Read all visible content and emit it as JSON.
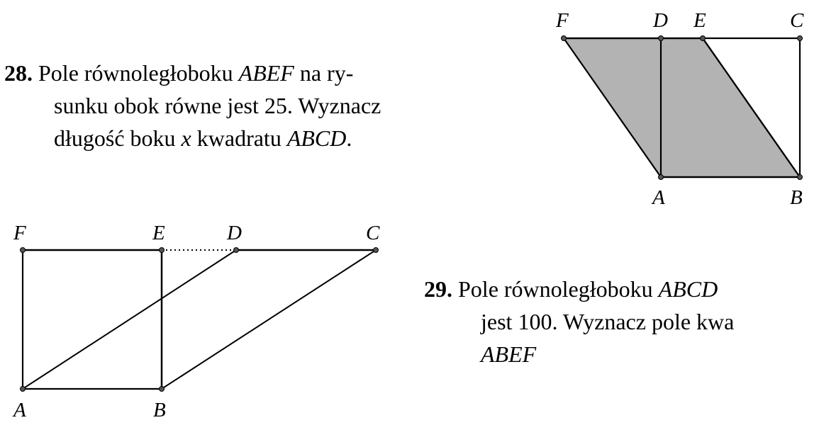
{
  "problems": [
    {
      "number": "28.",
      "line1_a": "Pole równoległoboku ",
      "line1_math": "ABEF",
      "line1_b": " na ry-",
      "line2": "sunku obok równe jest 25. Wyznacz",
      "line3_a": "długość boku ",
      "line3_x": "x",
      "line3_b": " kwadratu ",
      "line3_math": "ABCD",
      "line3_c": "."
    },
    {
      "number": "29.",
      "line1_a": "Pole równoległoboku ",
      "line1_math": "ABCD",
      "line2": "jest 100.  Wyznacz pole kwa",
      "line3_math": "ABEF"
    }
  ],
  "figure1": {
    "fill_color": "#b3b3b3",
    "labels": {
      "F": "F",
      "D": "D",
      "E": "E",
      "C": "C",
      "A": "A",
      "B": "B"
    }
  },
  "figure2": {
    "labels": {
      "F": "F",
      "E": "E",
      "D": "D",
      "C": "C",
      "A": "A",
      "B": "B"
    }
  }
}
